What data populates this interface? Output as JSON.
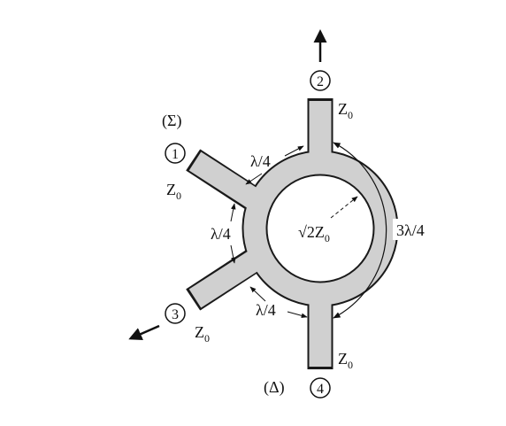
{
  "ports": [
    {
      "number": "1",
      "tag": "(Σ)"
    },
    {
      "number": "2"
    },
    {
      "number": "3"
    },
    {
      "number": "4",
      "tag": "(Δ)"
    }
  ],
  "labels": {
    "z0_main": "Z",
    "z0_sub": "0",
    "ring_impedance_prefix": "√2",
    "ring_impedance_main": "Z",
    "ring_impedance_sub": "0",
    "quarter_wave": "λ/4",
    "three_quarter_wave": "3λ/4"
  },
  "colors": {
    "line_fill": "#d0d0d0",
    "outline": "#1a1a1a"
  }
}
